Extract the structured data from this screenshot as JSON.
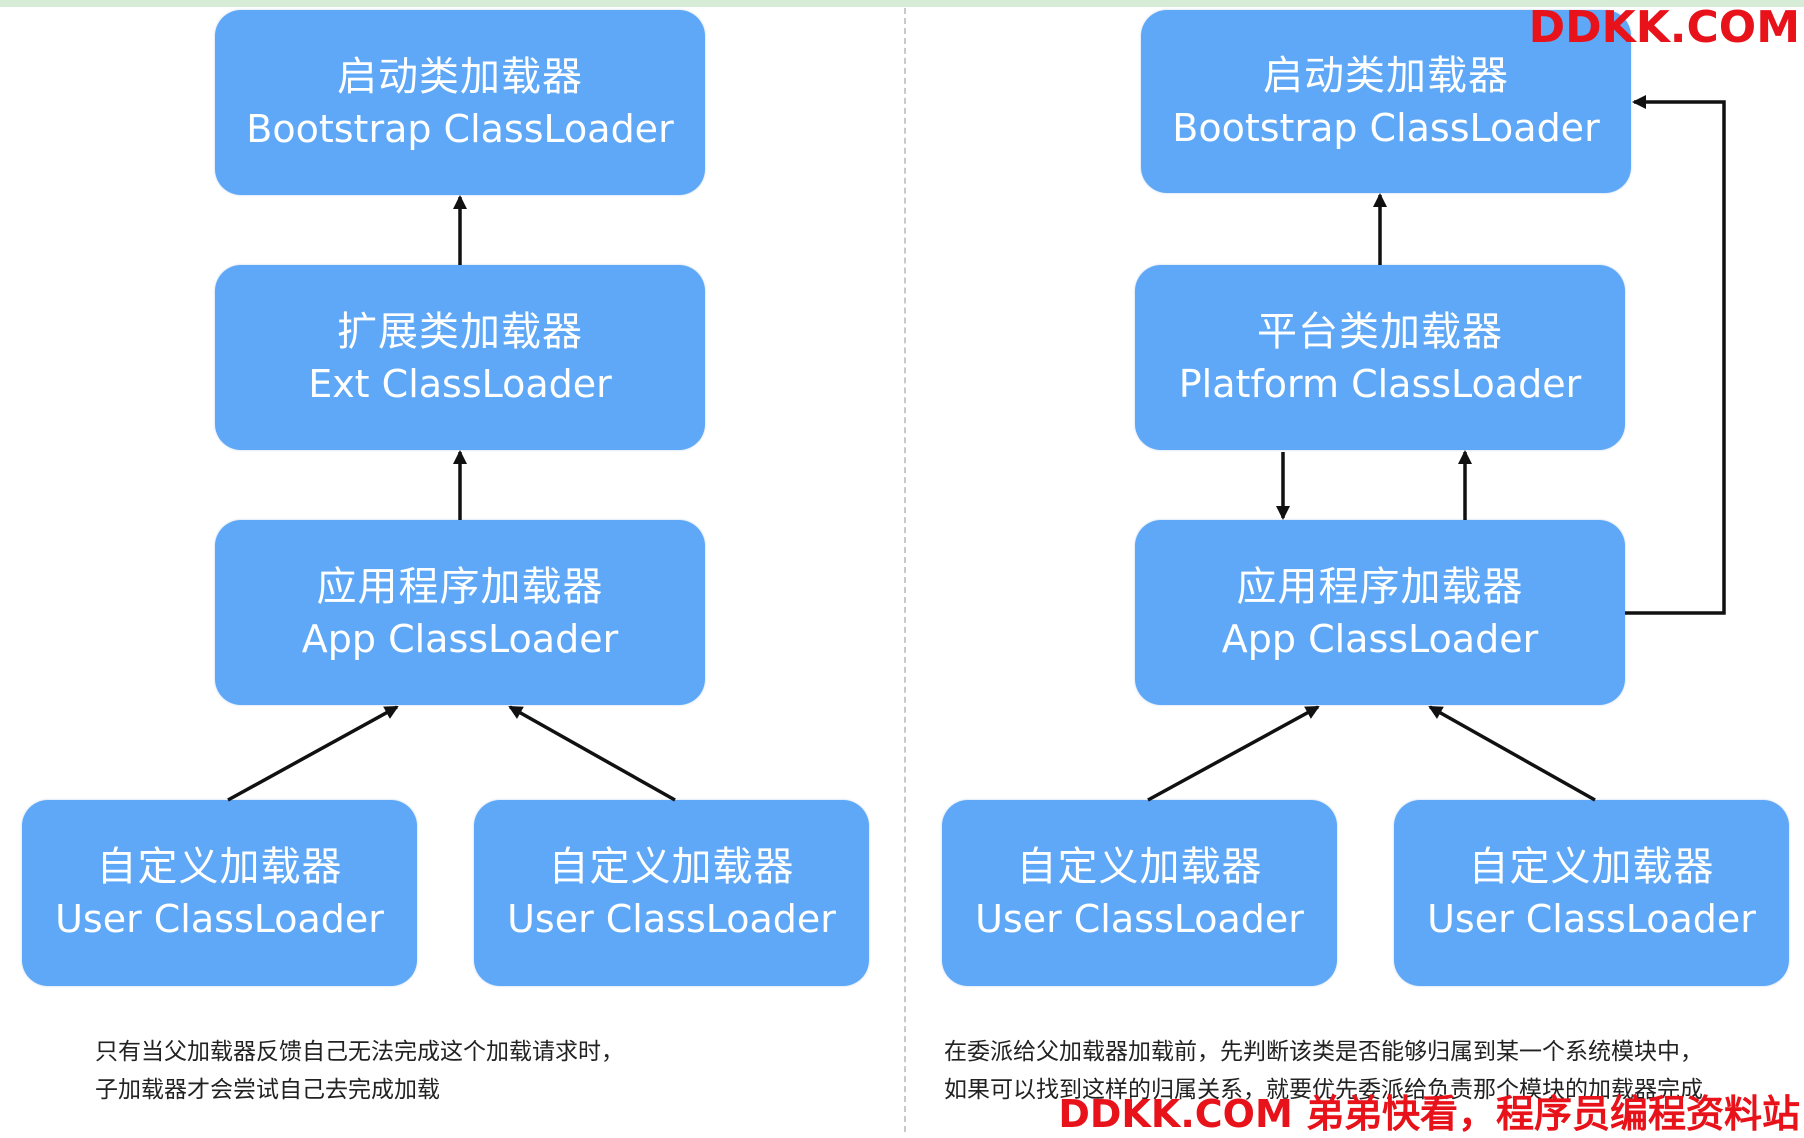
{
  "left": {
    "bootstrap": {
      "zh": "启动类加载器",
      "en": "Bootstrap ClassLoader"
    },
    "ext": {
      "zh": "扩展类加载器",
      "en": "Ext ClassLoader"
    },
    "app": {
      "zh": "应用程序加载器",
      "en": "App ClassLoader"
    },
    "user1": {
      "zh": "自定义加载器",
      "en": "User ClassLoader"
    },
    "user2": {
      "zh": "自定义加载器",
      "en": "User ClassLoader"
    },
    "note": [
      "只有当父加载器反馈自己无法完成这个加载请求时，",
      "子加载器才会尝试自己去完成加载"
    ]
  },
  "right": {
    "bootstrap": {
      "zh": "启动类加载器",
      "en": "Bootstrap ClassLoader"
    },
    "platform": {
      "zh": "平台类加载器",
      "en": "Platform ClassLoader"
    },
    "app": {
      "zh": "应用程序加载器",
      "en": "App ClassLoader"
    },
    "user1": {
      "zh": "自定义加载器",
      "en": "User ClassLoader"
    },
    "user2": {
      "zh": "自定义加载器",
      "en": "User ClassLoader"
    },
    "note": [
      "在委派给父加载器加载前，先判断该类是否能够归属到某一个系统模块中，",
      "如果可以找到这样的归属关系，就要优先委派给负责那个模块的加载器完成"
    ]
  },
  "watermark": {
    "top": "DDKK.COM",
    "bottom": "DDKK.COM 弟弟快看，程序员编程资料站"
  },
  "colors": {
    "box": "#5fa8f7",
    "watermark": "#e8121a"
  }
}
